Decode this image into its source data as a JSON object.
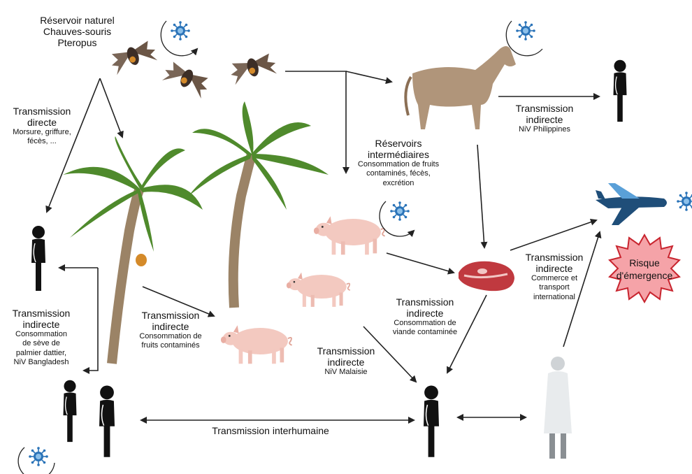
{
  "reservoir_naturel": {
    "line1": "Réservoir naturel",
    "line2": "Chauves-souris",
    "line3": "Pteropus"
  },
  "transmission_directe": {
    "title1": "Transmission",
    "title2": "directe",
    "detail1": "Morsure, griffure,",
    "detail2": "fécès, ..."
  },
  "reservoirs_intermediaires": {
    "title1": "Réservoirs",
    "title2": "intermédiaires",
    "detail1": "Consommation de fruits",
    "detail2": "contaminés, fécès,",
    "detail3": "excrétion"
  },
  "philippines": {
    "title1": "Transmission",
    "title2": "indirecte",
    "detail1": "NiV Philippines"
  },
  "bangladesh": {
    "title1": "Transmission",
    "title2": "indirecte",
    "detail1": "Consommation",
    "detail2": "de sève de",
    "detail3": "palmier dattier,",
    "detail4": "NiV Bangladesh"
  },
  "fruits": {
    "title1": "Transmission",
    "title2": "indirecte",
    "detail1": "Consommation de",
    "detail2": "fruits contaminés"
  },
  "viande": {
    "title1": "Transmission",
    "title2": "indirecte",
    "detail1": "Consommation de",
    "detail2": "viande contaminée"
  },
  "malaisie": {
    "title1": "Transmission",
    "title2": "indirecte",
    "detail1": "NiV Malaisie"
  },
  "commerce": {
    "title1": "Transmission",
    "title2": "indirecte",
    "detail1": "Commerce et",
    "detail2": "transport",
    "detail3": "international"
  },
  "risque": {
    "line1": "Risque",
    "line2": "d'émergence"
  },
  "interhumaine": "Transmission interhumaine",
  "colors": {
    "risk_fill": "#f5a3a8",
    "risk_stroke": "#c8242e",
    "virus": "#2a73b8",
    "plane": "#1f4e79",
    "pig": "#f3c9c0",
    "horse": "#b0957a",
    "meat": "#c0393f",
    "palm": "#4f8a2c"
  }
}
